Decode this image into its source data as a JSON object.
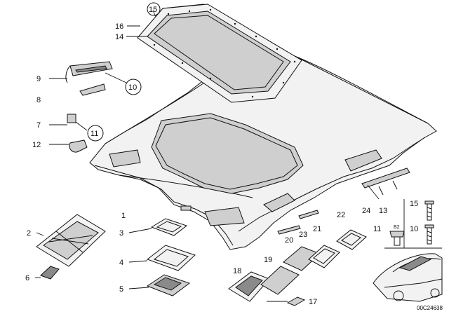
{
  "diagram": {
    "callouts": [
      "1",
      "2",
      "3",
      "4",
      "5",
      "6",
      "7",
      "8",
      "9",
      "10",
      "11",
      "12",
      "13",
      "14",
      "15",
      "16",
      "17",
      "18",
      "19",
      "20",
      "21",
      "22",
      "23",
      "24"
    ],
    "circled_callouts": [
      "15",
      "10",
      "11"
    ],
    "legend_right": {
      "items": [
        "15",
        "10",
        "11",
        "B2"
      ]
    },
    "image_code": "00C24638"
  }
}
